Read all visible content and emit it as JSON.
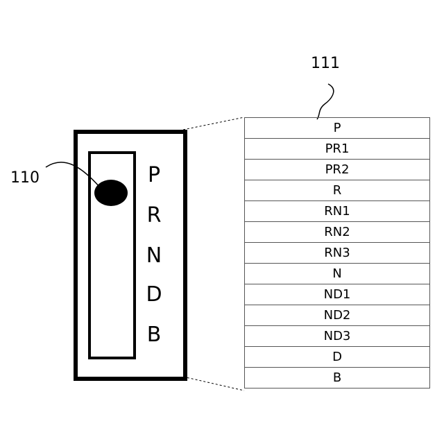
{
  "labels": {
    "knob_ref": "110",
    "table_ref": "111"
  },
  "shifter": {
    "positions": [
      "P",
      "R",
      "N",
      "D",
      "B"
    ]
  },
  "table": {
    "rows": [
      "P",
      "PR1",
      "PR2",
      "R",
      "RN1",
      "RN2",
      "RN3",
      "N",
      "ND1",
      "ND2",
      "ND3",
      "D",
      "B"
    ]
  }
}
